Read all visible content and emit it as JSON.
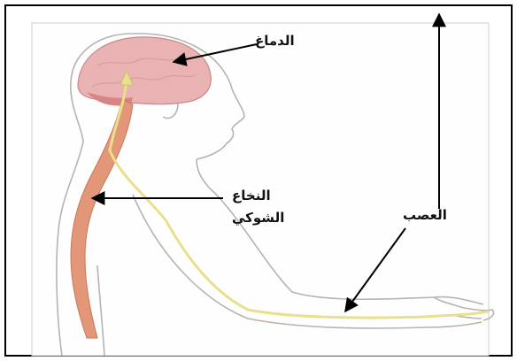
{
  "labels": {
    "brain": "الدماغ",
    "spinal_cord_line1": "النخاع",
    "spinal_cord_line2": "الشوكي",
    "nerve": "العصب"
  },
  "colors": {
    "brain_fill": "#e9b3b3",
    "spinal_cord_fill": "#e39779",
    "nerve_line": "#e8e08a",
    "body_outline": "#b9b2ae",
    "arrow": "#000000",
    "border": "#000000"
  }
}
